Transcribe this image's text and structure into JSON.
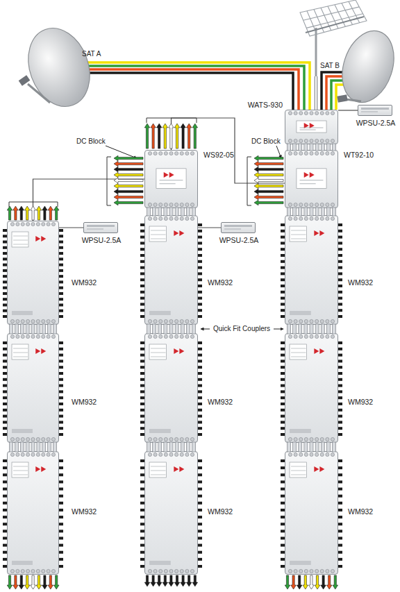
{
  "diagram": {
    "nodes": [
      {
        "text": [
          "WATS-930"
        ]
      },
      {
        "text": [
          "WPSU-2.5A"
        ]
      },
      {
        "text": [
          "WS92-05"
        ]
      },
      {
        "text": [
          "WT92-10"
        ]
      },
      {
        "text": [
          "WM932"
        ]
      },
      {
        "text": [
          "WPSU-2.5A"
        ]
      },
      {
        "text": [
          "WM932"
        ]
      },
      {
        "text": [
          "WPSU-2.5A"
        ]
      },
      {
        "text": [
          "WM932"
        ]
      },
      {
        "text": [
          "WM932"
        ]
      },
      {
        "text": [
          "WM932"
        ]
      },
      {
        "text": [
          "WM932"
        ]
      },
      {
        "text": [
          "WM932"
        ]
      },
      {
        "text": [
          "WM932"
        ]
      },
      {
        "text": [
          "WM932"
        ]
      }
    ],
    "edges": [
      {
        "from": 1,
        "to": 0,
        "arrow": "none"
      },
      {
        "from": 3,
        "to": 2,
        "arrow": "none"
      },
      {
        "from": 2,
        "to": 4,
        "arrow": "none"
      },
      {
        "from": 5,
        "to": 4,
        "arrow": "none"
      },
      {
        "from": 7,
        "to": 6,
        "arrow": "none"
      }
    ],
    "labels": [
      "SAT A",
      "SAT B",
      "DC Block",
      "DC Block",
      "Quick Fit Couplers"
    ]
  }
}
